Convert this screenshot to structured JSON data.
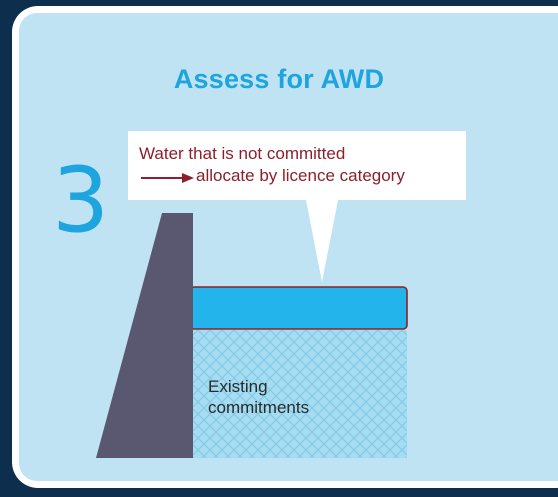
{
  "title": "Assess for AWD",
  "step_number": "3",
  "callout": {
    "line1": "Water that is not committed",
    "line2": "allocate by licence category"
  },
  "reservoir": {
    "existing_label_line1": "Existing",
    "existing_label_line2": "commitments"
  },
  "colors": {
    "background": "#0d2f4d",
    "panel": "#bfe3f2",
    "accent": "#1ea4de",
    "callout_text": "#8c1f2b",
    "dam": "#5a5870",
    "uncommitted_water": "#22b4ea",
    "existing_water": "#a6dcf1"
  }
}
